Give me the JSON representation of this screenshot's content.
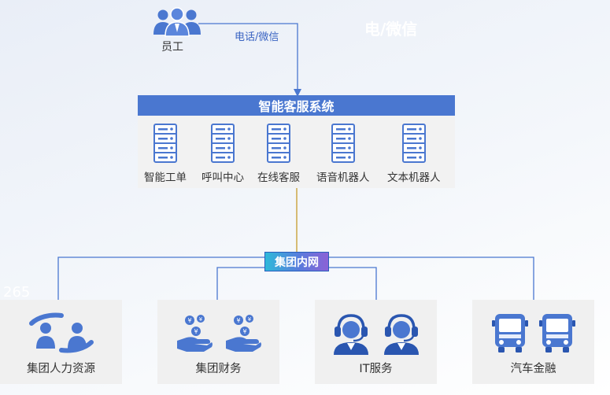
{
  "employee": {
    "label": "员工",
    "icon": "employees-group-icon"
  },
  "channel": {
    "label": "电话/微信"
  },
  "ghost": {
    "label": "电/微信",
    "number": "265"
  },
  "system": {
    "title": "智能客服系统",
    "modules": [
      {
        "label": "智能工单",
        "icon": "server-icon"
      },
      {
        "label": "呼叫中心",
        "icon": "server-icon"
      },
      {
        "label": "在线客服",
        "icon": "server-icon"
      },
      {
        "label": "语音机器人",
        "icon": "server-icon"
      },
      {
        "label": "文本机器人",
        "icon": "server-icon"
      }
    ]
  },
  "network": {
    "label": "集团内网"
  },
  "units": [
    {
      "label": "集团人力资源",
      "icon": "hr-people-icon"
    },
    {
      "label": "集团财务",
      "icon": "finance-money-hand-icon"
    },
    {
      "label": "IT服务",
      "icon": "headset-agent-icon"
    },
    {
      "label": "汽车金融",
      "icon": "bus-icon"
    }
  ],
  "colors": {
    "primary": "#4a77d0",
    "line": "#4a77d0",
    "connector": "#c9a23a",
    "panel": "#f2f2f2",
    "card": "#f0f0f0"
  }
}
